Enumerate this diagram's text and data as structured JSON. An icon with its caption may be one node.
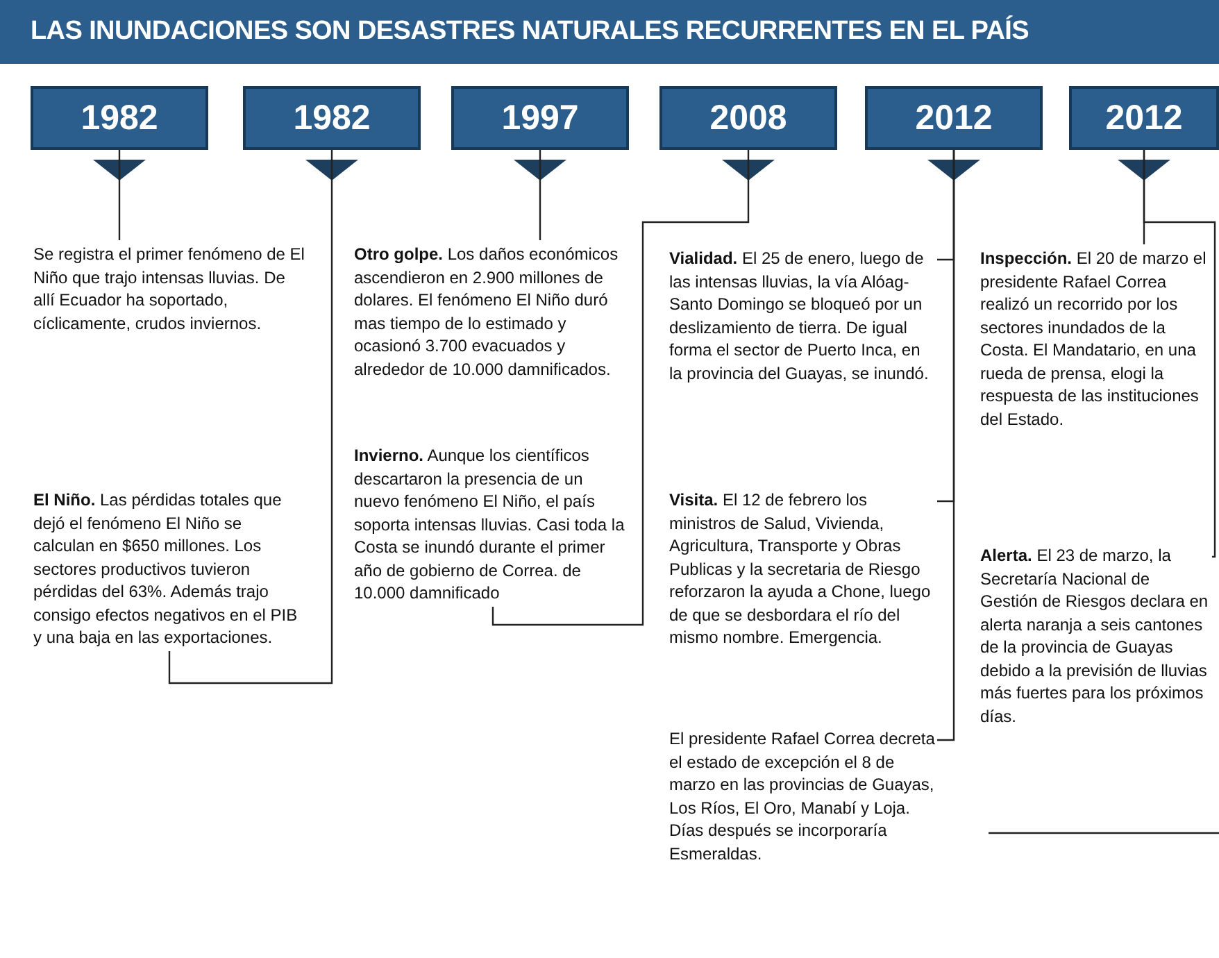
{
  "diagram": {
    "title": "LAS INUNDACIONES SON DESASTRES NATURALES RECURRENTES EN EL PAÍS",
    "nodes": [
      {
        "text": [
          "1982"
        ]
      },
      {
        "text": [
          "1982"
        ]
      },
      {
        "text": [
          "1997"
        ]
      },
      {
        "text": [
          "2008"
        ]
      },
      {
        "text": [
          "2012"
        ]
      },
      {
        "text": [
          "2012"
        ]
      },
      {
        "text": [
          "Se registra el primer fenómeno de El Niño que trajo intensas lluvias. De allí Ecuador ha soportado, cíclicamente, crudos inviernos."
        ]
      },
      {
        "text": [
          "**El Niño.** Las pérdidas totales que dejó el fenómeno El Niño se calculan en $650 millones. Los sectores productivos tuvieron pérdidas del 63%. Además trajo consigo efectos negativos en el PIB y una baja en las exportaciones."
        ]
      },
      {
        "text": [
          "**Otro golpe.** Los daños económicos ascendieron en 2.900 millones de dolares. El fenómeno El Niño duró mas tiempo de lo estimado y ocasionó 3.700 evacuados y alrededor de 10.000 damnificados."
        ]
      },
      {
        "text": [
          "**Invierno.** Aunque los científicos descartaron la presencia de un nuevo fenómeno El Niño, el país soporta intensas lluvias. Casi toda la Costa se inundó durante el primer año de gobierno de Correa. de 10.000 damnificado"
        ]
      },
      {
        "text": [
          "**Vialidad.** El 25 de enero, luego de las intensas lluvias, la vía Alóag-Santo Domingo se bloqueó por un deslizamiento de tierra. De igual forma el sector de Puerto Inca, en la provincia del Guayas, se inundó."
        ]
      },
      {
        "text": [
          "**Visita.** El 12 de febrero los ministros de Salud, Vivienda, Agricultura, Transporte y Obras Publicas y la secretaria de Riesgo reforzaron la ayuda a Chone, luego de que se desbordara el río del mismo nombre. Emergencia."
        ]
      },
      {
        "text": [
          "El presidente Rafael Correa decreta el estado de excepción el 8 de marzo en las provincias de Guayas, Los Ríos, El Oro, Manabí y Loja. Días después se incorporaría Esmeraldas."
        ]
      },
      {
        "text": [
          "**Inspección.** El 20 de marzo el presidente Rafael Correa realizó un recorrido por los sectores inundados de la Costa. El Mandatario, en una rueda de prensa, elogi la respuesta de las instituciones del Estado."
        ]
      },
      {
        "text": [
          "**Alerta.** El 23 de marzo, la Secretaría Nacional de Gestión de Riesgos declara en alerta naranja a seis cantones de la provincia de Guayas debido a la previsión de lluvias más fuertes para los próximos días."
        ]
      }
    ],
    "edges": [
      {
        "from": 0,
        "to": 6,
        "arrow": "none"
      },
      {
        "from": 1,
        "to": 7,
        "arrow": "none"
      },
      {
        "from": 2,
        "to": 8,
        "arrow": "none"
      },
      {
        "from": 3,
        "to": 9,
        "arrow": "none"
      },
      {
        "from": 4,
        "to": 10,
        "arrow": "none"
      },
      {
        "from": 4,
        "to": 11,
        "arrow": "none"
      },
      {
        "from": 4,
        "to": 12,
        "arrow": "none"
      },
      {
        "from": 5,
        "to": 13,
        "arrow": "none"
      },
      {
        "from": 5,
        "to": 14,
        "arrow": "none"
      }
    ]
  }
}
